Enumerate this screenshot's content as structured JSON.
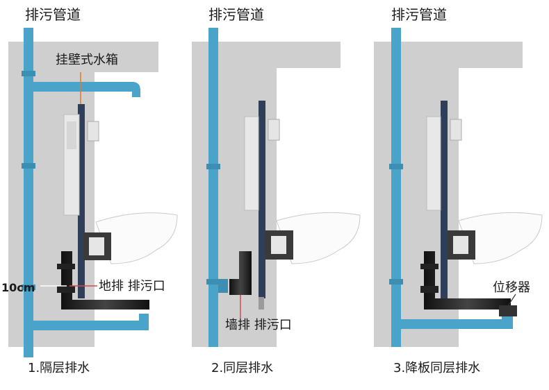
{
  "panels": [
    {
      "title": "排污管道",
      "caption": "1.隔层排水",
      "labels": {
        "tank": "挂壁式水箱",
        "height": "10cm",
        "outlet": "地排 排污口"
      }
    },
    {
      "title": "排污管道",
      "caption": "2.同层排水",
      "labels": {
        "outlet": "墙排 排污口"
      }
    },
    {
      "title": "排污管道",
      "caption": "3.降板同层排水",
      "labels": {
        "shifter": "位移器"
      }
    }
  ],
  "colors": {
    "wall": "#cfcfcf",
    "pipe": "#4aa3c8",
    "frame": "#2f3e59",
    "black_pipe": "#2a2a2a"
  }
}
